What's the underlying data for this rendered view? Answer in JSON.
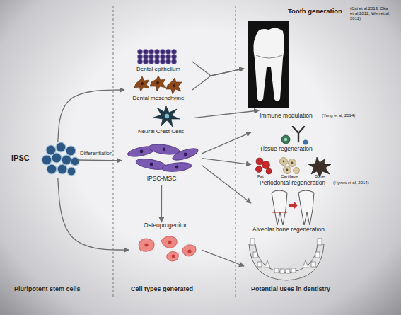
{
  "diagram": {
    "nodes": [
      {
        "text": [
          "IPSC"
        ]
      },
      {
        "text": [
          "Dental epithelium"
        ]
      },
      {
        "text": [
          "Dental mesenchyme"
        ]
      },
      {
        "text": [
          "Neural Crest Cells"
        ]
      },
      {
        "text": [
          "IPSC-MSC"
        ]
      },
      {
        "text": [
          "Osteoprogenitor"
        ]
      },
      {
        "text": [
          "Tooth generation",
          "(Cai et al.2013; Oka et al.2012; Wen et al. 2012)"
        ]
      },
      {
        "text": [
          "Immune modulation",
          "(Yang et al, 2014)"
        ]
      },
      {
        "text": [
          "Tissue regeneration",
          "Fat",
          "Cartilage",
          "Bone"
        ]
      },
      {
        "text": [
          "Periodontal regeneration",
          "(Hynes et al, 2014)"
        ]
      },
      {
        "text": [
          "Alveolar bone regeneration"
        ]
      }
    ],
    "edges": [
      {
        "from": 0,
        "to": 2,
        "arrow": "to"
      },
      {
        "from": 0,
        "to": 4,
        "label": "Differentiation",
        "arrow": "to"
      },
      {
        "from": 0,
        "to": 5,
        "arrow": "to"
      },
      {
        "from": 1,
        "to": 6,
        "arrow": "to"
      },
      {
        "from": 2,
        "to": 6,
        "arrow": "to"
      },
      {
        "from": 3,
        "to": 6,
        "arrow": "to"
      },
      {
        "from": 4,
        "to": 7,
        "arrow": "to"
      },
      {
        "from": 4,
        "to": 8,
        "arrow": "to"
      },
      {
        "from": 4,
        "to": 9,
        "arrow": "to"
      },
      {
        "from": 4,
        "to": 5,
        "arrow": "to"
      },
      {
        "from": 5,
        "to": 10,
        "arrow": "to"
      }
    ],
    "labels": [
      "Pluripotent stem cells",
      "Cell types generated",
      "Potential uses in dentistry"
    ]
  }
}
